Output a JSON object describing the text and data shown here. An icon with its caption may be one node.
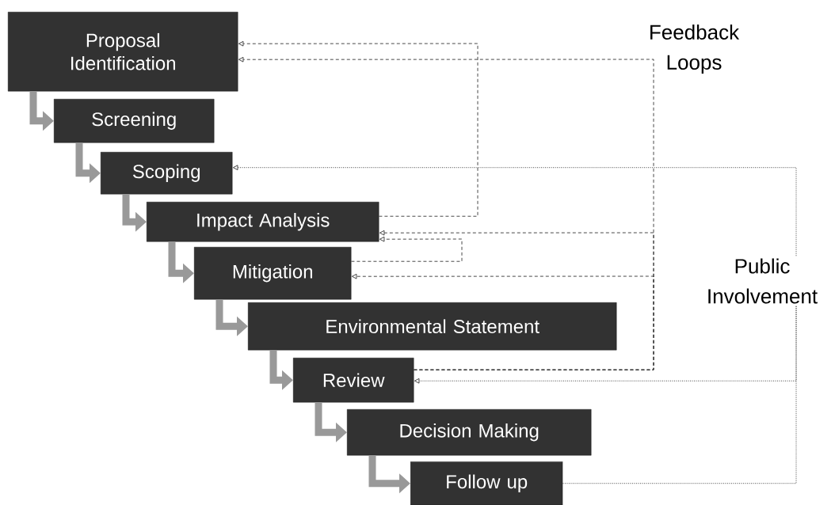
{
  "diagram": {
    "nodes": [
      {
        "text": [
          "Proposal Identification"
        ]
      },
      {
        "text": [
          "Screening"
        ]
      },
      {
        "text": [
          "Scoping"
        ]
      },
      {
        "text": [
          "Impact Analysis"
        ]
      },
      {
        "text": [
          "Mitigation"
        ]
      },
      {
        "text": [
          "Environmental Statement"
        ]
      },
      {
        "text": [
          "Review"
        ]
      },
      {
        "text": [
          "Decision Making"
        ]
      },
      {
        "text": [
          "Follow up"
        ]
      },
      {
        "text": [
          "Public Involvement"
        ]
      }
    ],
    "edges": [
      {
        "from": 0,
        "to": 1,
        "arrow": "to",
        "style": "thick",
        "color": "#999999"
      },
      {
        "from": 1,
        "to": 2,
        "arrow": "to",
        "style": "thick",
        "color": "#999999"
      },
      {
        "from": 2,
        "to": 3,
        "arrow": "to",
        "style": "thick",
        "color": "#999999"
      },
      {
        "from": 3,
        "to": 4,
        "arrow": "to",
        "style": "thick",
        "color": "#999999"
      },
      {
        "from": 4,
        "to": 5,
        "arrow": "to",
        "style": "thick",
        "color": "#999999"
      },
      {
        "from": 5,
        "to": 6,
        "arrow": "to",
        "style": "thick",
        "color": "#999999"
      },
      {
        "from": 6,
        "to": 7,
        "arrow": "to",
        "style": "thick",
        "color": "#999999"
      },
      {
        "from": 7,
        "to": 8,
        "arrow": "to",
        "style": "thick",
        "color": "#999999"
      },
      {
        "from": 3,
        "to": 0,
        "arrow": "to",
        "style": "dashed",
        "color": "#333333"
      },
      {
        "from": 6,
        "to": 0,
        "arrow": "to",
        "style": "dashed",
        "color": "#333333"
      },
      {
        "from": 6,
        "to": 3,
        "arrow": "to",
        "style": "dashed",
        "color": "#333333"
      },
      {
        "from": 4,
        "to": 3,
        "arrow": "to",
        "style": "dashed",
        "color": "#333333"
      },
      {
        "from": 6,
        "to": 4,
        "arrow": "to",
        "style": "dashed",
        "color": "#333333"
      },
      {
        "from": 9,
        "to": 2,
        "arrow": "to",
        "style": "dashed",
        "color": "#333333"
      },
      {
        "from": 9,
        "to": 6,
        "arrow": "to",
        "style": "dashed",
        "color": "#333333"
      },
      {
        "from": 8,
        "to": 9,
        "arrow": "none",
        "style": "dashed",
        "color": "#333333"
      }
    ],
    "labels": [
      "Feedback Loops"
    ]
  }
}
